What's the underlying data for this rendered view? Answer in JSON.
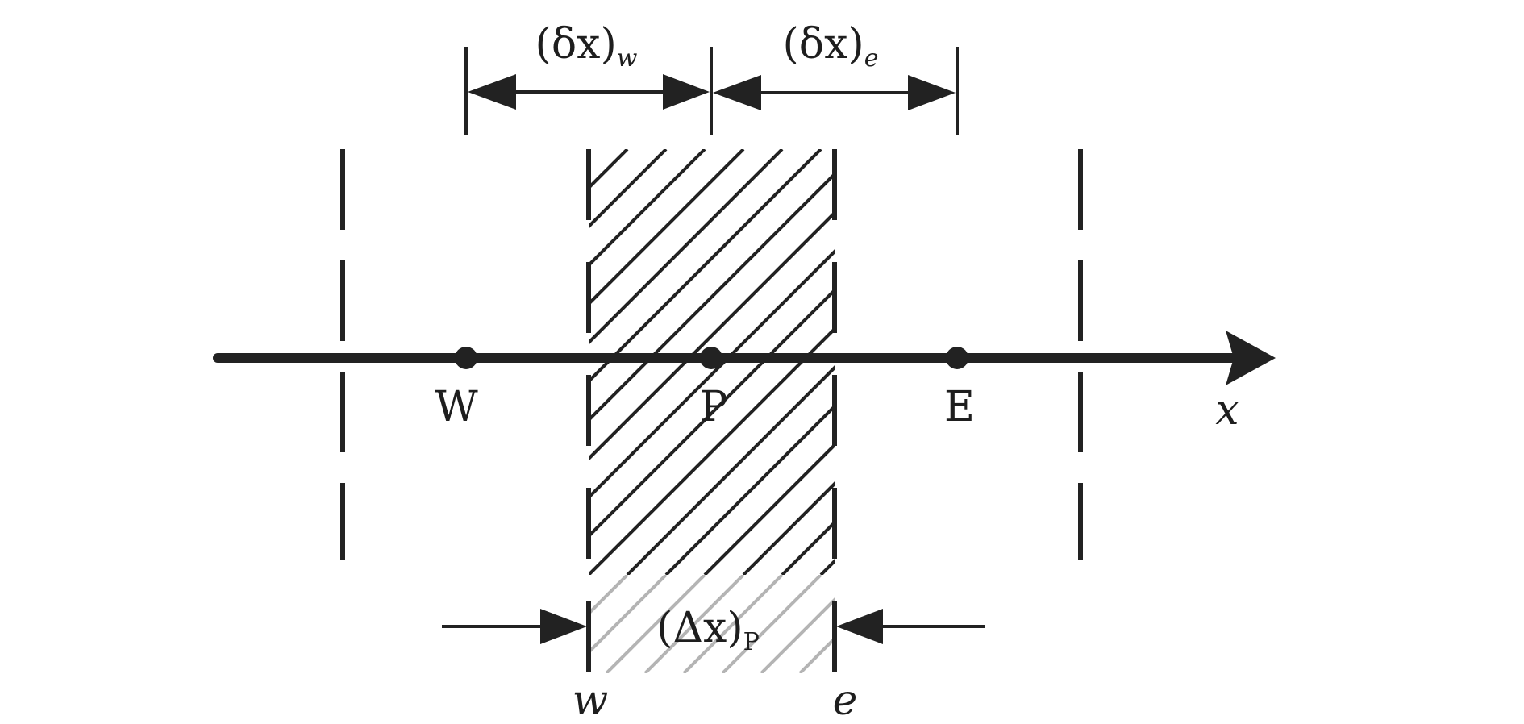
{
  "nodes": {
    "west": "W",
    "center": "P",
    "east": "E"
  },
  "axis": {
    "label": "x"
  },
  "faces": {
    "west": "w",
    "east": "e"
  },
  "dimensions": {
    "west_spacing": {
      "main": "(δx)",
      "subscript": "w"
    },
    "east_spacing": {
      "main": "(δx)",
      "subscript": "e"
    },
    "cell_width": {
      "main": "(Δx)",
      "subscript": "P"
    }
  },
  "colors": {
    "ink": "#222222",
    "faded_hatch": "#b4b4b4",
    "background": "#ffffff"
  }
}
